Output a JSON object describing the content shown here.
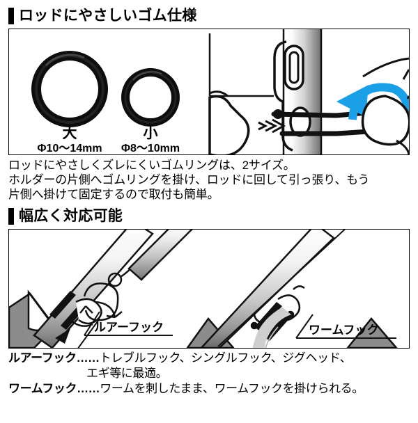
{
  "sections": {
    "gum": {
      "heading": "ロッドにやさしいゴム仕様",
      "ring_large": {
        "name": "大",
        "spec": "Φ10〜14mm"
      },
      "ring_small": {
        "name": "小",
        "spec": "Φ8〜10mm"
      },
      "body": [
        "ロッドにやさしくズレにくいゴムリングは、2サイズ。",
        "ホルダーの片側へゴムリングを掛け、ロッドに回して引っ張り、もう",
        "片側へ掛けて固定するので取付も簡単。"
      ]
    },
    "width": {
      "heading": "幅広く対応可能",
      "labels": {
        "lure_hook": "ルアーフック",
        "worm_hook": "ワームフック"
      },
      "captions": [
        {
          "term": "ルアーフック",
          "separator": "……",
          "description": "トレブルフック、シングルフック、ジグヘッド、",
          "continuation": "エギ等に最適。"
        },
        {
          "term": "ワームフック",
          "separator": "……",
          "description": "ワームを刺したまま、ワームフックを掛けられる。",
          "continuation": ""
        }
      ]
    }
  },
  "colors": {
    "accent_arrow": "#1BA0E8",
    "ink": "#000000",
    "grip_gray": "#8C8C8C",
    "worm_gray": "#CFCFCF"
  }
}
